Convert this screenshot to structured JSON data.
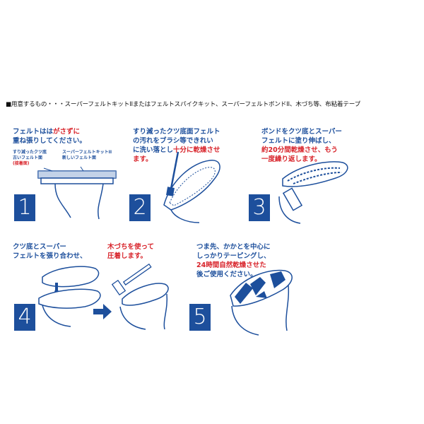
{
  "header": "■用意するもの・・・スーパーフェルトキットIIまたはフェルトスパイクキット、スーパーフェルトボンドII、木づち等、布粘着テープ",
  "steps": [
    {
      "number": "1",
      "lines": [
        "フェルトはは",
        "がさずに",
        "重ね張りしてください。"
      ],
      "label_old_a": "すり減ったクツ底",
      "label_old_b": "古いフェルト面",
      "label_old_c": "(接着面)",
      "label_new_a": "スーパーフェルトキットII",
      "label_new_b": "新しいフェルト面"
    },
    {
      "number": "2",
      "line1": "すり減ったクツ底面フェルト",
      "line2": "の汚れをブラシ等できれい",
      "line3a": "に洗い落とし",
      "line3b": "十分に乾燥させ",
      "line4": "ます。"
    },
    {
      "number": "3",
      "line1": "ボンドをクツ底とスーパー",
      "line2": "フェルトに塗り伸ばし、",
      "line3a": "約20分間乾燥させ、もう",
      "line4": "一度繰り返します。"
    },
    {
      "number": "4",
      "line1": "クツ底とスーパー",
      "line2": "フェルトを張り合わせ、",
      "line3": "木づちを使って",
      "line4": "圧着します。"
    },
    {
      "number": "5",
      "line1": "つま先、かかとを中心に",
      "line2": "しっかりテーピングし、",
      "line3": "24時間自然乾燥させた",
      "line4": "後ご使用ください。"
    }
  ]
}
